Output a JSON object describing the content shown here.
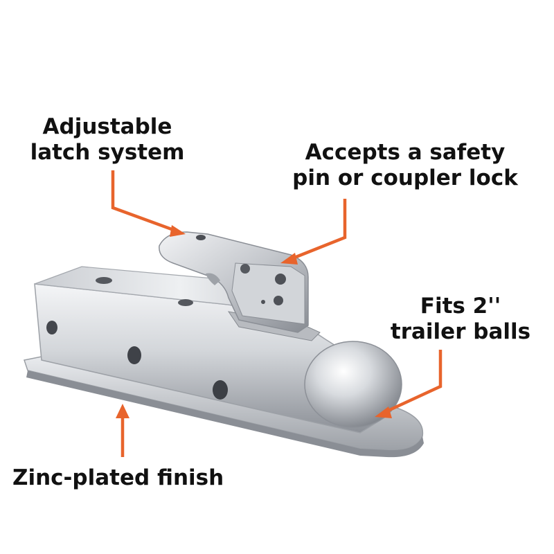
{
  "callouts": {
    "latch": {
      "line1": "Adjustable",
      "line2": "latch system"
    },
    "safety": {
      "line1": "Accepts a safety",
      "line2": "pin or coupler lock"
    },
    "balls": {
      "line1": "Fits 2''",
      "line2": "trailer balls"
    },
    "finish": {
      "text": "Zinc-plated finish"
    }
  },
  "colors": {
    "arrow": "#e8642c",
    "text": "#111111",
    "metal_light": "#f2f3f5",
    "metal_mid": "#c8cbd0",
    "metal_dark": "#7e8289"
  }
}
